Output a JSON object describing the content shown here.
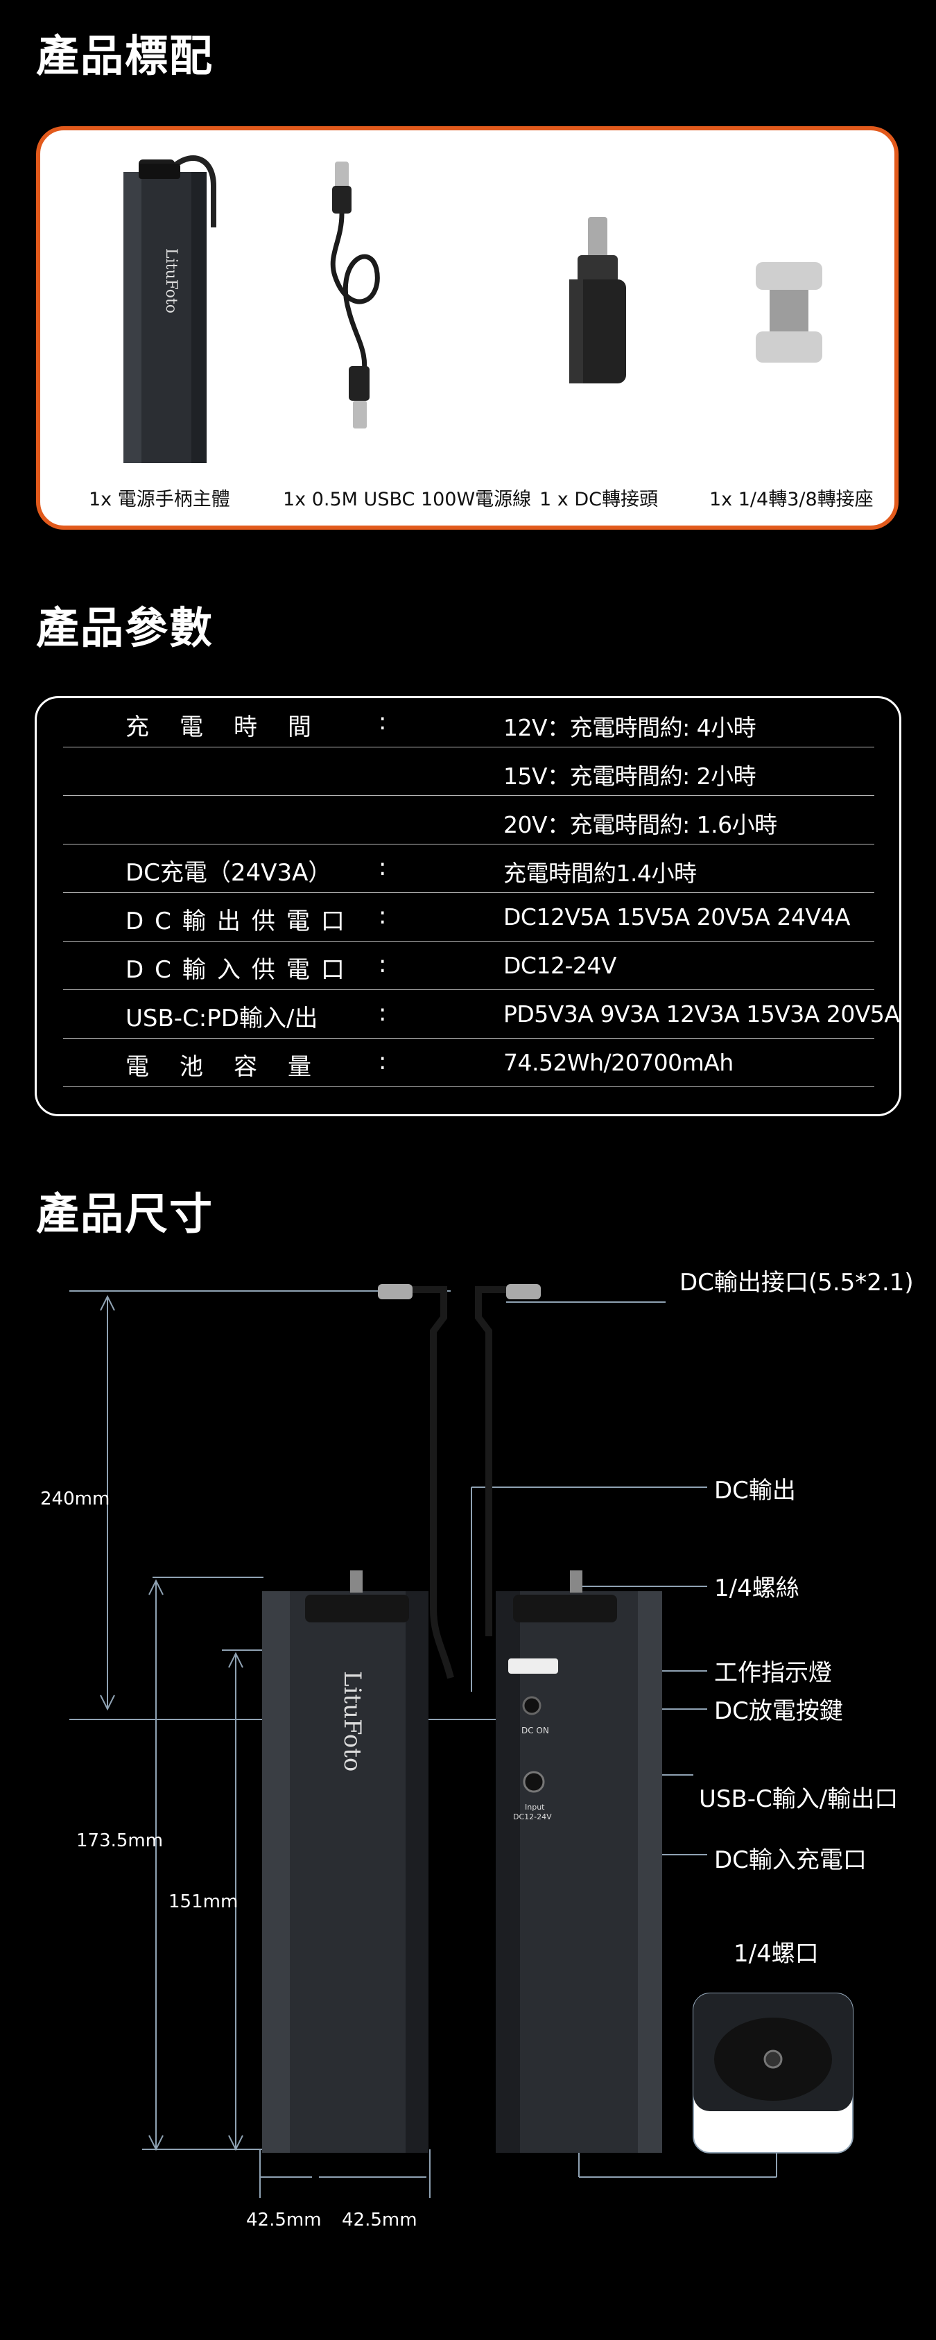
{
  "sections": {
    "contents_title": "產品標配",
    "params_title": "產品參數",
    "size_title": "產品尺寸"
  },
  "contents": {
    "items": [
      {
        "label": "1x 電源手柄主體"
      },
      {
        "label": "1x 0.5M USBC 100W電源線"
      },
      {
        "label": "1 x DC轉接頭"
      },
      {
        "label": "1x 1/4轉3/8轉接座"
      }
    ],
    "brand": "LituFoto"
  },
  "specs": [
    {
      "label": "充電時間",
      "colon": ":",
      "value": "12V：充電時間約: 4小時"
    },
    {
      "label": "",
      "colon": "",
      "value": "15V：充電時間約: 2小時"
    },
    {
      "label": "",
      "colon": "",
      "value": "20V：充電時間約: 1.6小時"
    },
    {
      "label": "DC充電（24V3A）",
      "colon": ":",
      "value": "充電時間約1.4小時"
    },
    {
      "label": "DC輸出供電口",
      "colon": ":",
      "value": "DC12V5A 15V5A 20V5A 24V4A"
    },
    {
      "label": "DC輸入供電口",
      "colon": ":",
      "value": "DC12-24V"
    },
    {
      "label": "USB-C:PD輸入/出",
      "colon": ":",
      "value": "PD5V3A 9V3A 12V3A 15V3A 20V5A"
    },
    {
      "label": "電池容量",
      "colon": ":",
      "value": "74.52Wh/20700mAh"
    }
  ],
  "dimensions": {
    "height_total": "240mm",
    "height_body": "173.5mm",
    "height_inner": "151mm",
    "width_a": "42.5mm",
    "width_b": "42.5mm"
  },
  "callouts": {
    "dc_out_port": "DC輸出接口(5.5*2.1)",
    "dc_out": "DC輸出",
    "screw": "1/4螺絲",
    "indicator": "工作指示燈",
    "dc_button": "DC放電按鍵",
    "usbc": "USB-C輸入/輸出口",
    "dc_in": "DC輸入充電口",
    "screw_hole": "1/4螺口"
  },
  "device_labels": {
    "dc_on": "DC ON",
    "input": "Input",
    "input_v": "DC12-24V"
  },
  "colors": {
    "accent": "#e25a1c",
    "line": "#8fa2b3"
  }
}
